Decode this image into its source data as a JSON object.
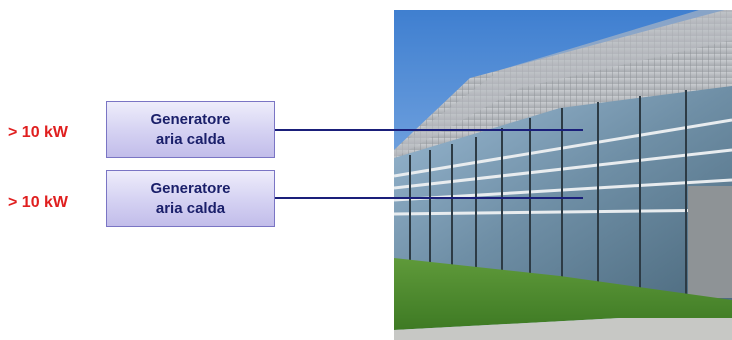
{
  "rows": [
    {
      "power": "> 10 kW",
      "box_line1": "Generatore",
      "box_line2": "aria calda"
    },
    {
      "power": "> 10 kW",
      "box_line1": "Generatore",
      "box_line2": "aria calda"
    }
  ],
  "colors": {
    "power_text": "#e01f1f",
    "box_text": "#1a1f6a",
    "connector": "#1a1f7a",
    "box_border": "#7a75c4"
  },
  "photo": {
    "subject": "glass-facade-building",
    "icon": "building-photo"
  }
}
